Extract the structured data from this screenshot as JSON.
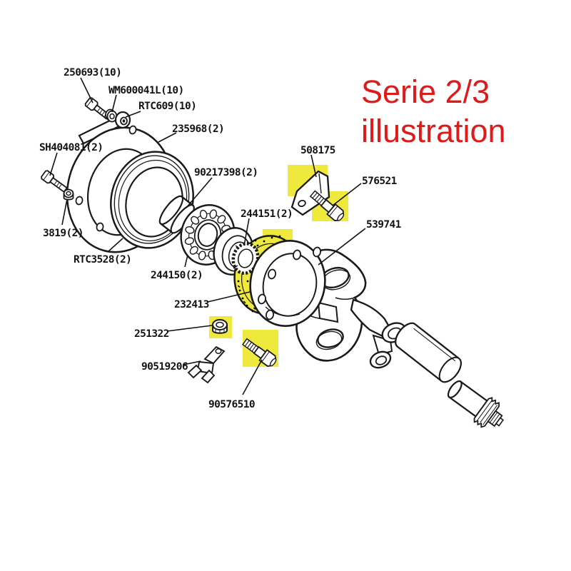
{
  "title": {
    "line1": "Serie 2/3",
    "line2": "illustration"
  },
  "colors": {
    "highlight": "#efe93e",
    "title_red": "#de1b1b",
    "line": "#1a1a1a"
  },
  "diagram": {
    "kind": "exploded-parts-illustration",
    "subject": "swivel housing / axle assembly"
  },
  "parts": [
    {
      "id": "bolt-250693",
      "number": "250693(10)",
      "highlighted": false
    },
    {
      "id": "washer-wm600041l",
      "number": "WM600041L(10)",
      "highlighted": false
    },
    {
      "id": "grommet-rtc609",
      "number": "RTC609(10)",
      "highlighted": false
    },
    {
      "id": "retainer-plate-235968",
      "number": "235968(2)",
      "highlighted": false
    },
    {
      "id": "bolt-sh404081",
      "number": "SH404081(2)",
      "highlighted": false
    },
    {
      "id": "nut-3819",
      "number": "3819(2)",
      "highlighted": false
    },
    {
      "id": "seal-rtc3528",
      "number": "RTC3528(2)",
      "highlighted": false
    },
    {
      "id": "bearing-90217398",
      "number": "90217398(2)",
      "highlighted": false
    },
    {
      "id": "race-244151",
      "number": "244151(2)",
      "highlighted": false
    },
    {
      "id": "race-244150",
      "number": "244150(2)",
      "highlighted": false
    },
    {
      "id": "swivel-flange-232413",
      "number": "232413",
      "highlighted": true
    },
    {
      "id": "nut-251322",
      "number": "251322",
      "highlighted": true
    },
    {
      "id": "clip-90519206",
      "number": "90519206",
      "highlighted": false
    },
    {
      "id": "bolt-90576510",
      "number": "90576510",
      "highlighted": true
    },
    {
      "id": "lock-tab-508175",
      "number": "508175",
      "highlighted": true
    },
    {
      "id": "bolt-576521",
      "number": "576521",
      "highlighted": true
    },
    {
      "id": "swivel-housing-539741",
      "number": "539741",
      "highlighted": false
    }
  ]
}
